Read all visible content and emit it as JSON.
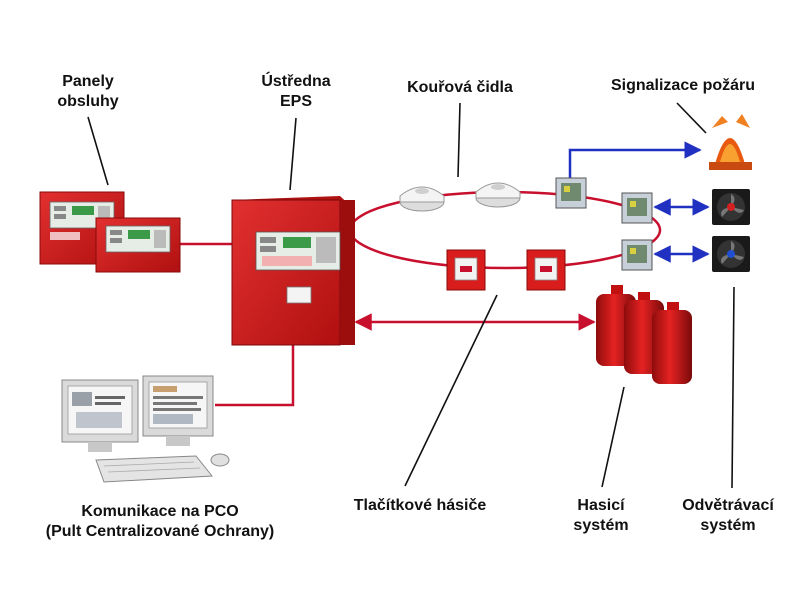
{
  "labels": {
    "panels": [
      "Panely",
      "obsluhy"
    ],
    "central_unit": [
      "Ústředna",
      "EPS"
    ],
    "smoke_detectors": [
      "Kouřová čidla"
    ],
    "fire_signal": [
      "Signalizace požáru"
    ],
    "communication": [
      "Komunikace na PCO",
      "(Pult Centralizované Ochrany)"
    ],
    "manual_call_points": [
      "Tlačítkové hásiče"
    ],
    "extinguishing_system": [
      "Hasicí",
      "systém"
    ],
    "ventilation_system": [
      "Odvětrávací",
      "systém"
    ]
  },
  "colors": {
    "red_line": "#c8102e",
    "blue_line": "#2030c0",
    "device_red": "#d91d1d",
    "callout_line": "#111111"
  },
  "icons": [
    "control-panel-icon",
    "central-unit-icon",
    "smoke-detector-icon",
    "manual-call-point-icon",
    "io-module-icon",
    "beacon-icon",
    "fan-icon",
    "gas-cylinder-icon",
    "computer-workstation-icon"
  ]
}
